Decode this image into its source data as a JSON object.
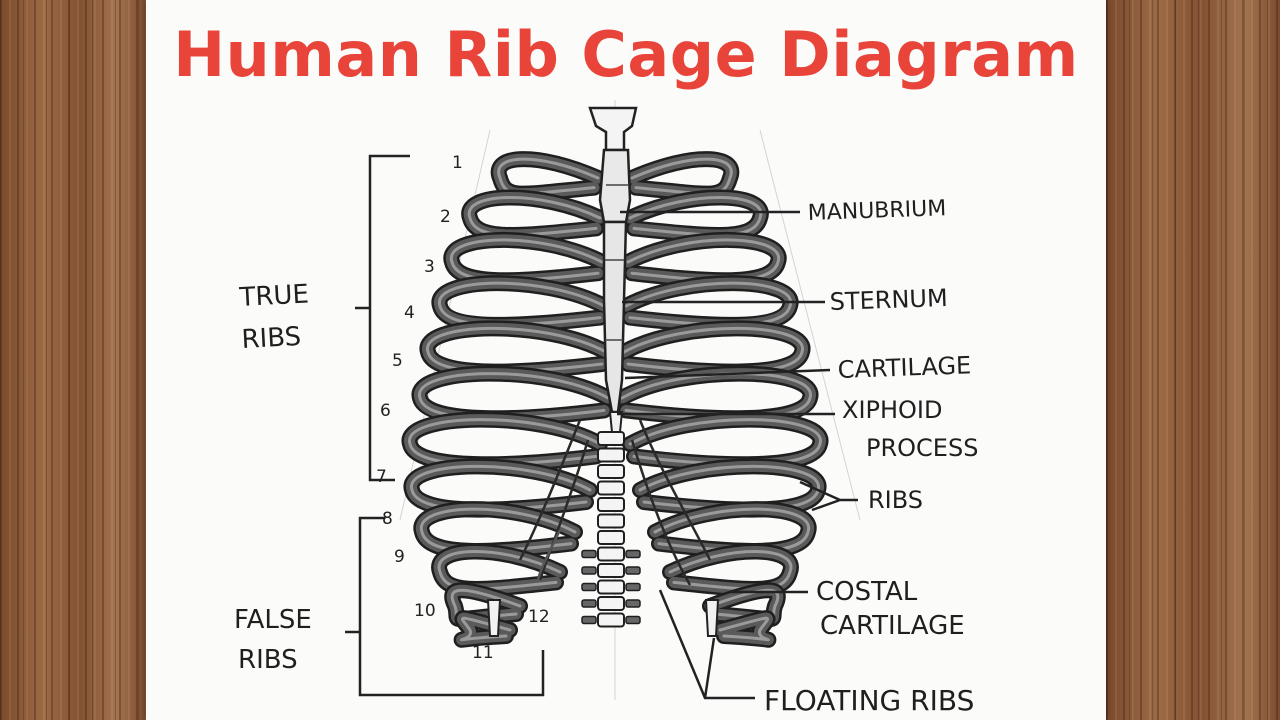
{
  "title": "Human Rib Cage Diagram",
  "labels": {
    "manubrium": "MANUBRIUM",
    "sternum": "STERNUM",
    "cartilage": "CARTILAGE",
    "xiphoid_1": "XIPHOID",
    "xiphoid_2": "PROCESS",
    "ribs": "RIBS",
    "costal_1": "COSTAL",
    "costal_2": "CARTILAGE",
    "floating_ribs": "FLOATING RIBS",
    "true_ribs_1": "TRUE",
    "true_ribs_2": "RIBS",
    "false_ribs_1": "FALSE",
    "false_ribs_2": "RIBS"
  },
  "rib_numbers": [
    "1",
    "2",
    "3",
    "4",
    "5",
    "6",
    "7",
    "8",
    "9",
    "10",
    "11",
    "12"
  ],
  "colors": {
    "title": "#e8443a",
    "ink": "#1f1f1f",
    "bone": "#5a5a5a"
  }
}
